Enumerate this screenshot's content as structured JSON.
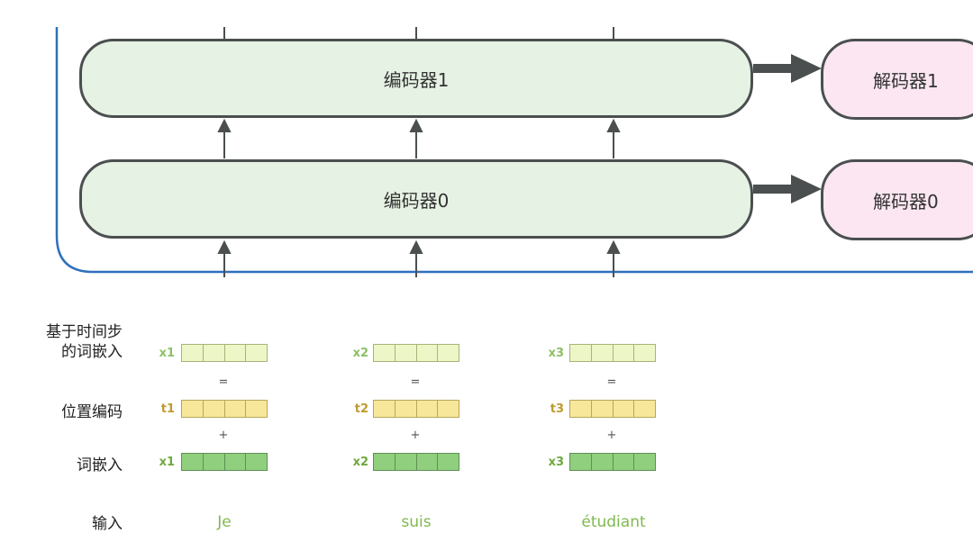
{
  "encoders": [
    {
      "label": "编码器1"
    },
    {
      "label": "编码器0"
    }
  ],
  "decoders": [
    {
      "label": "解码器1"
    },
    {
      "label": "解码器0"
    }
  ],
  "row_labels": {
    "time_signal": "基于时间步\n的词嵌入",
    "positional": "位置编码",
    "embedding": "词嵌入",
    "input": "输入"
  },
  "columns": [
    {
      "x_sub": "x1",
      "t_sub": "t1",
      "word": "Je"
    },
    {
      "x_sub": "x2",
      "t_sub": "t2",
      "word": "suis"
    },
    {
      "x_sub": "x3",
      "t_sub": "t3",
      "word": "étudiant"
    }
  ],
  "operators": {
    "equals": "=",
    "plus": "+"
  },
  "colors": {
    "encoder_fill": "#e6f2e3",
    "decoder_fill": "#fbe6f1",
    "box_border": "#4b4f4f",
    "frame_blue": "#2f6fbd",
    "time_signal_cells": "#edf6c6",
    "positional_cells": "#f6e79a",
    "embedding_cells": "#8fcf7d",
    "input_word": "#7fb94f"
  }
}
